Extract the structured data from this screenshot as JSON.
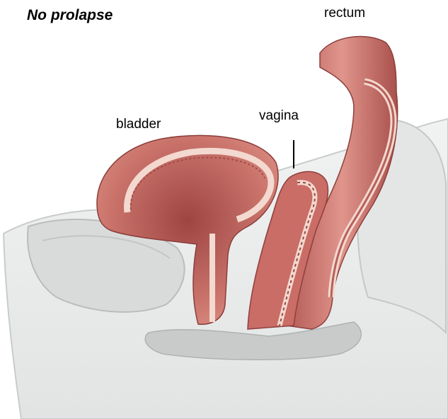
{
  "title": "No prolapse",
  "labels": {
    "rectum": "rectum",
    "bladder": "bladder",
    "vagina": "vagina"
  },
  "colors": {
    "tissue_dark": "#a8524f",
    "tissue_mid": "#c86f68",
    "tissue_light": "#e7a79d",
    "lining": "#f3d9cf",
    "bone_gray": "#d4d6d6",
    "body_outline": "#cfd2d2"
  }
}
